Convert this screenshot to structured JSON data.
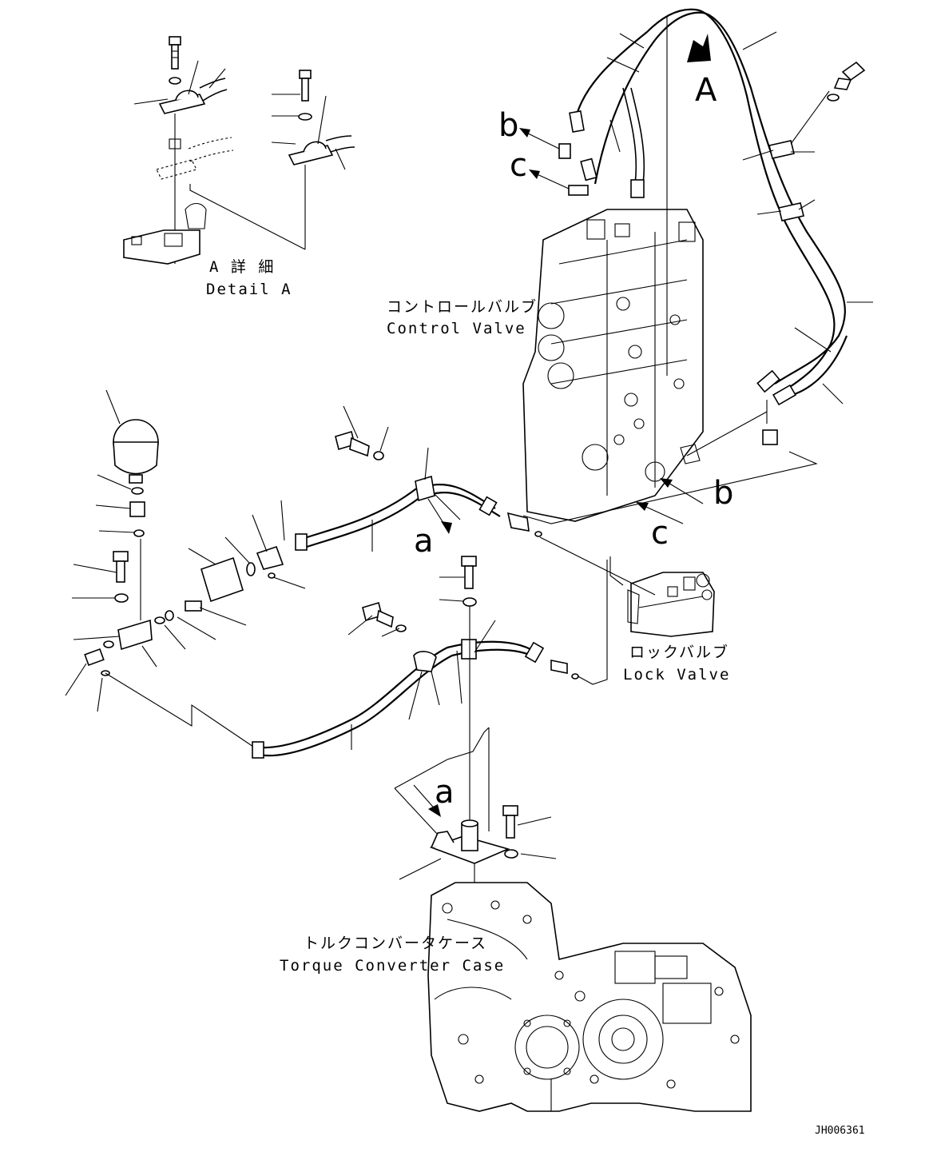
{
  "labels": {
    "detail_a_jp": "A 詳 細",
    "detail_a_en": "Detail A",
    "control_valve_jp": "コントロールバルブ",
    "control_valve_en": "Control Valve",
    "lock_valve_jp": "ロックバルブ",
    "lock_valve_en": "Lock Valve",
    "torque_converter_jp": "トルクコンバータケース",
    "torque_converter_en": "Torque Converter Case",
    "view_a": "A",
    "ref_b": "b",
    "ref_c": "c",
    "ref_a": "a",
    "drawing_code": "JH006361"
  }
}
